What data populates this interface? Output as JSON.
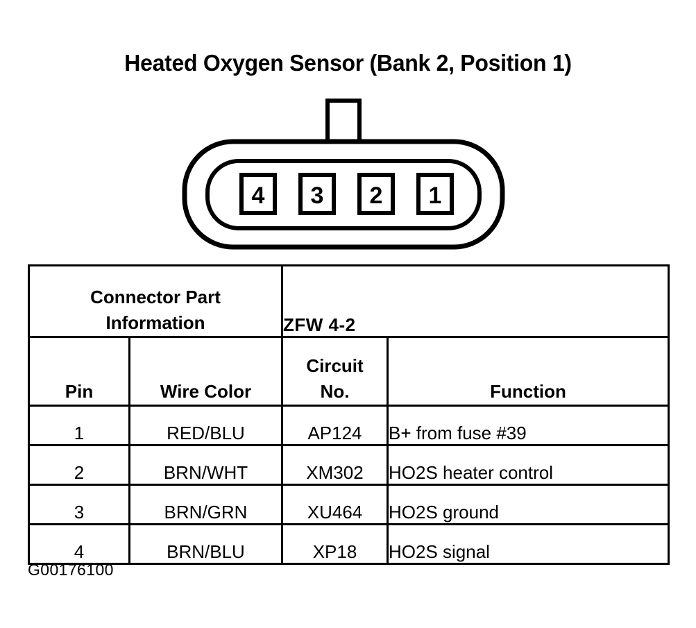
{
  "title": "Heated Oxygen Sensor (Bank 2, Position 1)",
  "connector": {
    "name": "connector-pinout-diagram",
    "pins": [
      "4",
      "3",
      "2",
      "1"
    ],
    "tab_label": "locking-tab"
  },
  "table": {
    "part_info_label": "Connector Part\nInformation",
    "part_info_line1": "Connector Part",
    "part_info_line2": "Information",
    "part_number": "ZFW 4-2",
    "columns": {
      "pin": "Pin",
      "wire_color": "Wire Color",
      "circuit_no_line1": "Circuit",
      "circuit_no_line2": "No.",
      "function": "Function"
    },
    "rows": [
      {
        "pin": "1",
        "wire_color": "RED/BLU",
        "circuit_no": "AP124",
        "function": "B+ from fuse #39"
      },
      {
        "pin": "2",
        "wire_color": "BRN/WHT",
        "circuit_no": "XM302",
        "function": "HO2S heater control"
      },
      {
        "pin": "3",
        "wire_color": "BRN/GRN",
        "circuit_no": "XU464",
        "function": "HO2S ground"
      },
      {
        "pin": "4",
        "wire_color": "BRN/BLU",
        "circuit_no": "XP18",
        "function": "HO2S signal"
      }
    ]
  },
  "figure_code": "G00176100",
  "colors": {
    "ink": "#000000",
    "paper": "#ffffff"
  }
}
